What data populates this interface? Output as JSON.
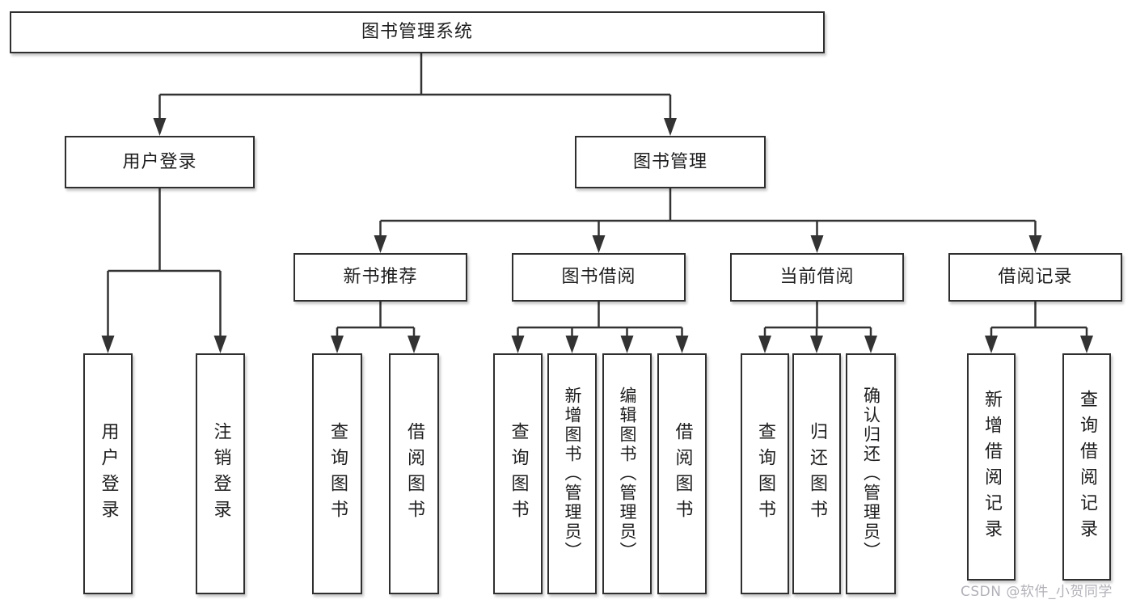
{
  "title": "图书管理系统",
  "colors": {
    "line": "#333333",
    "box_border": "#2f2f2f",
    "text": "#1d1d1f",
    "background": "#ffffff",
    "watermark": "#b3b1b8"
  },
  "tree": {
    "root": {
      "label": "图书管理系统"
    },
    "branches": [
      {
        "label": "用户登录",
        "children": [
          {
            "label": "用户登录"
          },
          {
            "label": "注销登录"
          }
        ]
      },
      {
        "label": "图书管理",
        "children": [
          {
            "label": "新书推荐",
            "children": [
              {
                "label": "查询图书"
              },
              {
                "label": "借阅图书"
              }
            ]
          },
          {
            "label": "图书借阅",
            "children": [
              {
                "label": "查询图书"
              },
              {
                "label": "新增图书（管理员）"
              },
              {
                "label": "编辑图书（管理员）"
              },
              {
                "label": "借阅图书"
              }
            ]
          },
          {
            "label": "当前借阅",
            "children": [
              {
                "label": "查询图书"
              },
              {
                "label": "归还图书"
              },
              {
                "label": "确认归还（管理员）"
              }
            ]
          },
          {
            "label": "借阅记录",
            "children": [
              {
                "label": "新增借阅记录"
              },
              {
                "label": "查询借阅记录"
              }
            ]
          }
        ]
      }
    ]
  },
  "watermark": {
    "text": "CSDN @软件_小贺同学"
  }
}
